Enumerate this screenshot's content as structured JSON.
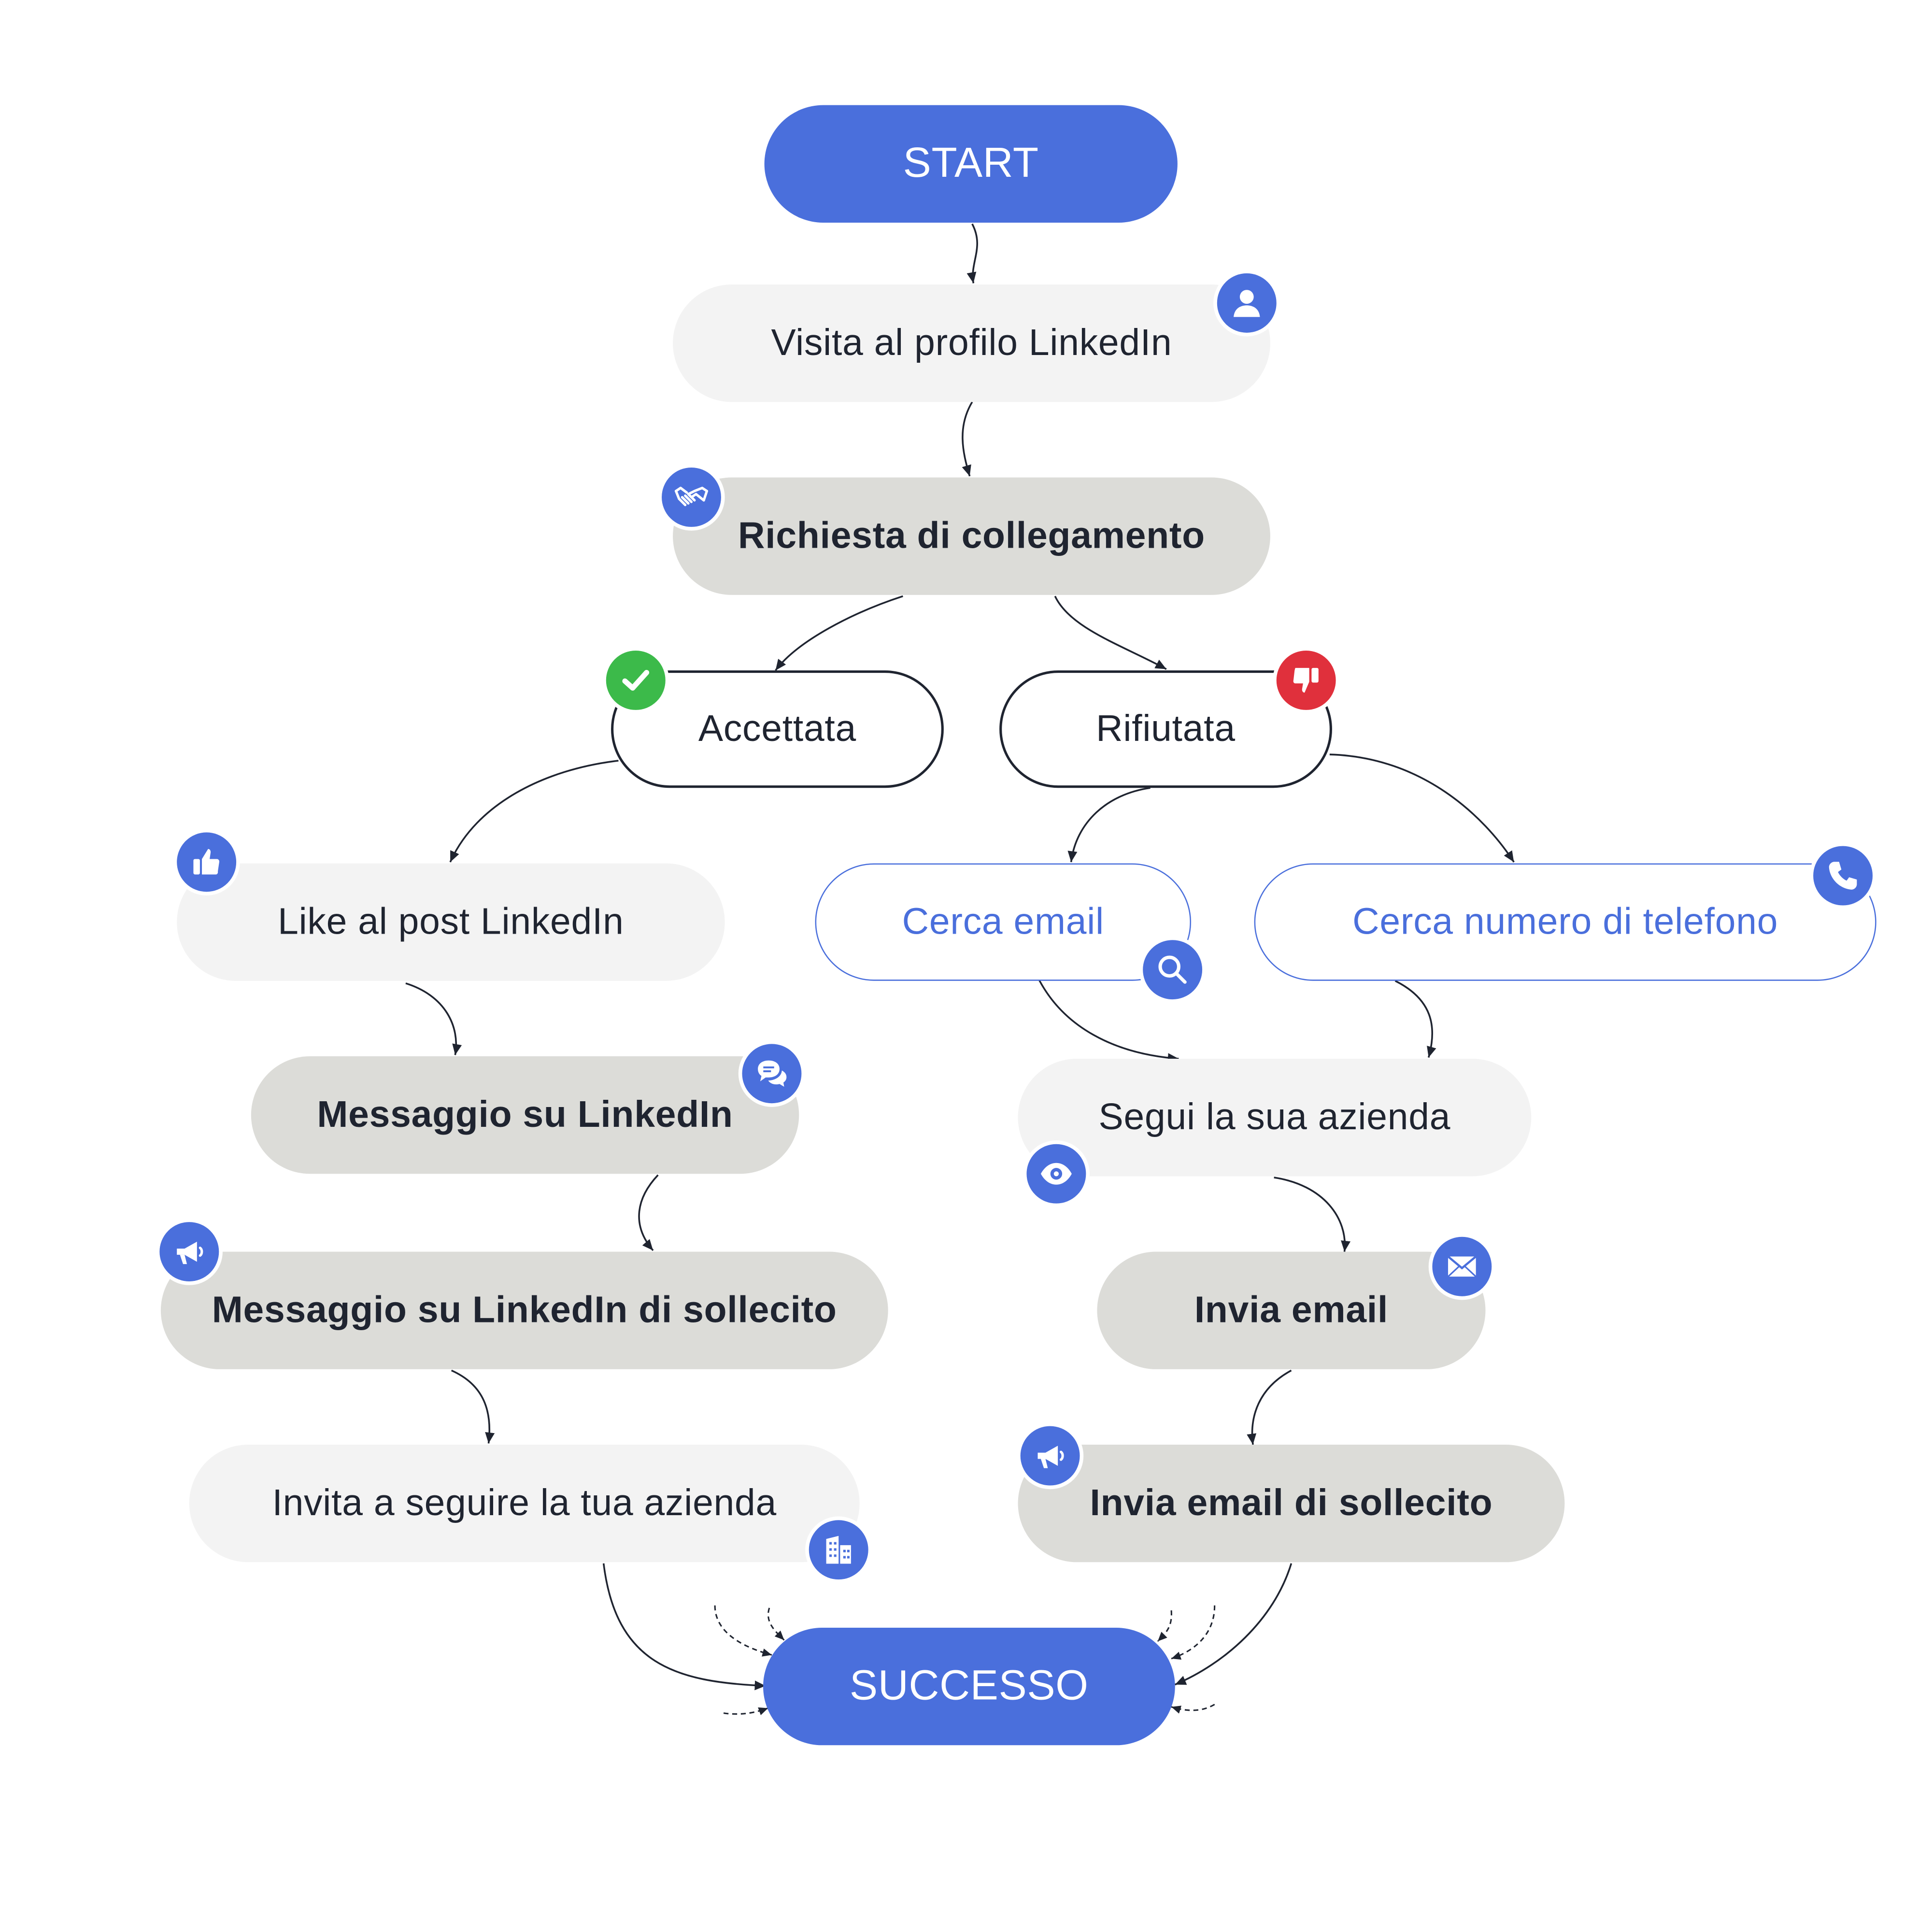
{
  "colors": {
    "accent": "#4a6fdc",
    "accept": "#3cba4a",
    "reject": "#e0303c",
    "light_node": "#f3f3f3",
    "grey_node": "#dcdcd8"
  },
  "nodes": {
    "start": "START",
    "visit_profile": "Visita al profilo LinkedIn",
    "connection_request": "Richiesta di collegamento",
    "accepted": "Accettata",
    "rejected": "Rifiutata",
    "like_post": "Like al post LinkedIn",
    "linkedin_message": "Messaggio su LinkedIn",
    "linkedin_followup": "Messaggio su LinkedIn di sollecito",
    "invite_follow": "Invita a seguire la tua azienda",
    "search_email": "Cerca email",
    "search_phone": "Cerca numero di telefono",
    "follow_company": "Segui la sua azienda",
    "send_email": "Invia email",
    "send_email_followup": "Invia email di sollecito",
    "success": "SUCCESSO"
  },
  "icons": {
    "visit_profile": "user-icon",
    "connection_request": "handshake-icon",
    "accepted": "checkmark-icon",
    "rejected": "thumbs-down-icon",
    "like_post": "thumbs-up-icon",
    "linkedin_message": "chat-bubbles-icon",
    "linkedin_followup": "megaphone-icon",
    "invite_follow": "building-icon",
    "search_email": "magnifier-icon",
    "search_phone": "phone-icon",
    "follow_company": "eye-icon",
    "send_email": "envelope-icon",
    "send_email_followup": "megaphone-icon"
  }
}
